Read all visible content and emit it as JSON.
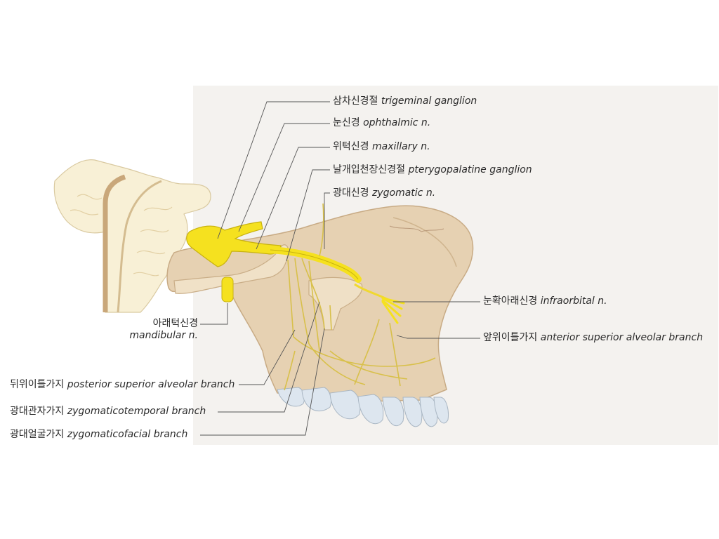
{
  "colors": {
    "bone": "#e5cfae",
    "bone_dark": "#cdb18c",
    "bone_light": "#f0e2c8",
    "brain": "#f7eed4",
    "nerve": "#f5e11f",
    "nerve_dark": "#c8b20f",
    "tooth": "#dce5ee",
    "panel": "#f3f1ee",
    "line": "#555555"
  },
  "labels": {
    "trigeminal_ganglion": {
      "ko": "삼차신경절",
      "en": "trigeminal ganglion"
    },
    "ophthalmic": {
      "ko": "눈신경",
      "en": "ophthalmic n."
    },
    "maxillary": {
      "ko": "위턱신경",
      "en": "maxillary n."
    },
    "pterygopalatine": {
      "ko": "날개입천장신경절",
      "en": "pterygopalatine ganglion"
    },
    "zygomatic": {
      "ko": "광대신경",
      "en": "zygomatic n."
    },
    "infraorbital": {
      "ko": "눈확아래신경",
      "en": "infraorbital n."
    },
    "anterior_superior_alveolar": {
      "ko": "앞위이틀가지",
      "en": "anterior superior alveolar branch"
    },
    "mandibular": {
      "ko": "아래턱신경",
      "en": "mandibular n."
    },
    "posterior_superior_alveolar": {
      "ko": "뒤위이틀가지",
      "en": "posterior superior alveolar branch"
    },
    "zygomaticotemporal": {
      "ko": "광대관자가지",
      "en": "zygomaticotemporal branch"
    },
    "zygomaticofacial": {
      "ko": "광대얼굴가지",
      "en": "zygomaticofacial branch"
    }
  }
}
